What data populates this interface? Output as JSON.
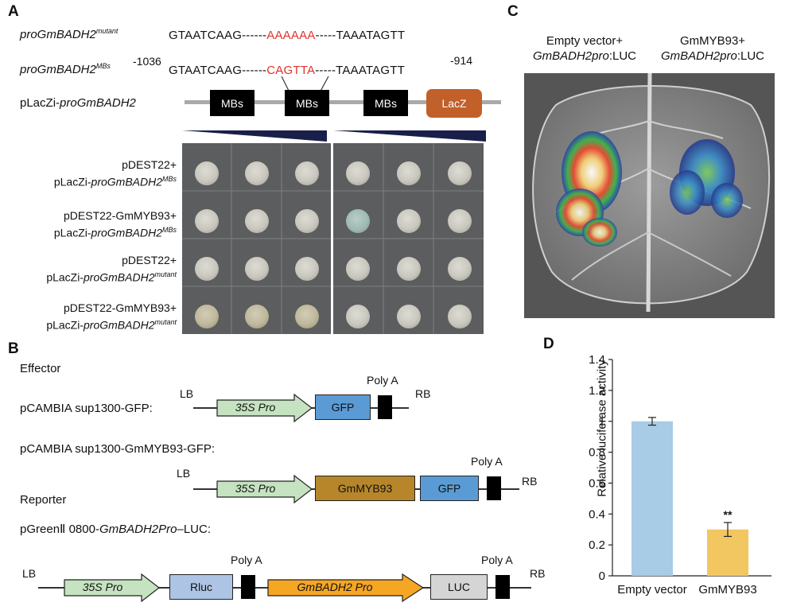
{
  "panels": {
    "a": "A",
    "b": "B",
    "c": "C",
    "d": "D"
  },
  "panel_a": {
    "mutant_label_main": "proGmBADH2",
    "mutant_label_sup": "mutant",
    "mutant_seq_left": "GTAATCAAG------",
    "mutant_seq_red": "AAAAAA",
    "mutant_seq_right": "-----TAAATAGTT",
    "mbs_label_main": "proGmBADH2",
    "mbs_label_sup": "MBs",
    "mbs_pos_left": "-1036",
    "mbs_seq_left": "GTAATCAAG------",
    "mbs_seq_red": "CAGTTA",
    "mbs_seq_right": "-----TAAATAGTT",
    "mbs_pos_right": "-914",
    "construct_prefix": "pLacZi-",
    "construct_italic": "proGmBADH2",
    "boxes": [
      "MBs",
      "MBs",
      "MBs",
      "LacZ"
    ],
    "rows": [
      {
        "line1": "pDEST22+",
        "line2_prefix": "pLacZi-",
        "line2_italic": "proGmBADH2",
        "line2_sup": "MBs"
      },
      {
        "line1": "pDEST22-GmMYB93+",
        "line2_prefix": "pLacZi-",
        "line2_italic": "proGmBADH2",
        "line2_sup": "MBs"
      },
      {
        "line1": "pDEST22+",
        "line2_prefix": "pLacZi-",
        "line2_italic": "proGmBADH2",
        "line2_sup": "mutant"
      },
      {
        "line1": "pDEST22-GmMYB93+",
        "line2_prefix": "pLacZi-",
        "line2_italic": "proGmBADH2",
        "line2_sup": "mutant"
      }
    ]
  },
  "panel_b": {
    "effector": "Effector",
    "c1_label": "pCAMBIA sup1300-GFP:",
    "c2_label": "pCAMBIA sup1300-GmMYB93-GFP:",
    "reporter": "Reporter",
    "c3_label_prefix": "pGreenⅡ 0800-",
    "c3_label_italic": "GmBADH2Pro",
    "c3_label_suffix": "–LUC:",
    "lb": "LB",
    "rb": "RB",
    "polya": "Poly A",
    "pro35s": "35S Pro",
    "gfp": "GFP",
    "gmmyb93": "GmMYB93",
    "rluc": "Rluc",
    "badh2pro": "GmBADH2 Pro",
    "luc": "LUC"
  },
  "panel_c": {
    "left_line1": "Empty vector+",
    "left_line2_italic": "GmBADH2pro",
    "left_line2_suffix": ":LUC",
    "right_line1": "GmMYB93+",
    "right_line2_italic": "GmBADH2pro",
    "right_line2_suffix": ":LUC"
  },
  "chart_data": {
    "type": "bar",
    "categories": [
      "Empty vector",
      "GmMYB93"
    ],
    "values": [
      1.0,
      0.3
    ],
    "errors": [
      0.025,
      0.045
    ],
    "significance": [
      "",
      "**"
    ],
    "ylabel": "Relative luciferase activity",
    "ylim": [
      0,
      1.4
    ],
    "yticks": [
      "0",
      "0.2",
      "0.4",
      "0.6",
      "0.8",
      "1",
      "1.2",
      "1.4"
    ],
    "colors": [
      "#a8cbe6",
      "#f2c661"
    ]
  }
}
